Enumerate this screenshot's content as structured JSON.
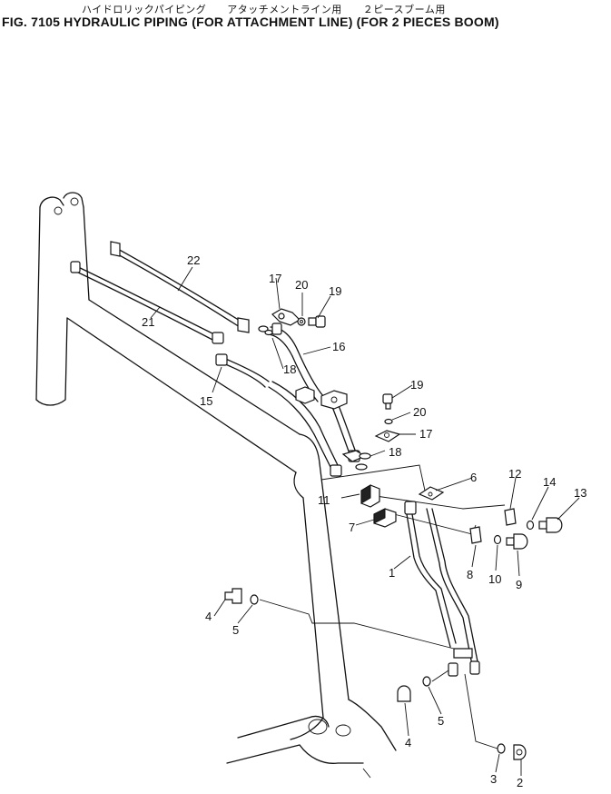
{
  "header": {
    "subtitle_jp": "ハイドロリックパイピング　　アタッチメントライン用　　２ピースブーム用",
    "title": "FIG. 7105  HYDRAULIC PIPING (FOR ATTACHMENT LINE) (FOR 2 PIECES BOOM)"
  },
  "callouts": {
    "c1": "1",
    "c2": "2",
    "c3": "3",
    "c4a": "4",
    "c4b": "4",
    "c5a": "5",
    "c5b": "5",
    "c6": "6",
    "c7": "7",
    "c8": "8",
    "c9": "9",
    "c10": "10",
    "c11": "11",
    "c12": "12",
    "c13": "13",
    "c14": "14",
    "c15": "15",
    "c16": "16",
    "c17a": "17",
    "c17b": "17",
    "c18a": "18",
    "c18b": "18",
    "c19a": "19",
    "c19b": "19",
    "c20a": "20",
    "c20b": "20",
    "c21": "21",
    "c22": "22"
  }
}
